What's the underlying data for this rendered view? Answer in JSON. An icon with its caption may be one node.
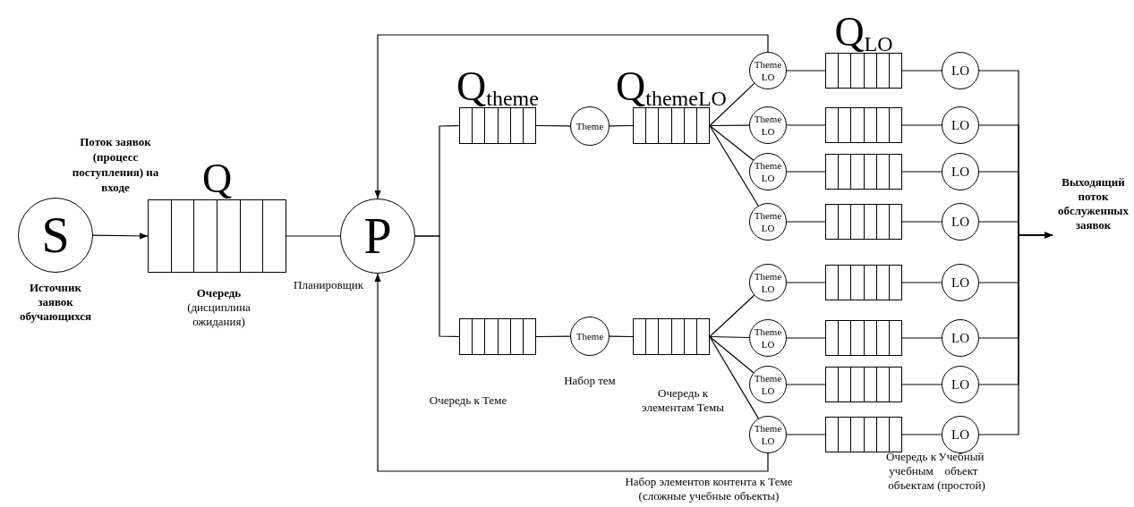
{
  "diagram": {
    "nodes": [
      {
        "text": [
          "S"
        ],
        "beside": [
          "Источник заявок обучающихся"
        ]
      },
      {
        "text": [
          "Q"
        ],
        "beside": [
          "**Очередь** (дисциплина ожидания)"
        ]
      },
      {
        "text": [
          "P"
        ],
        "beside": [
          "Планировщик"
        ]
      },
      {
        "text": [
          "Q$_{theme}$"
        ]
      },
      {
        "text": [
          "Theme"
        ]
      },
      {
        "text": [
          "Q$_{themeLO}$"
        ]
      },
      {
        "text": [
          "Theme LO"
        ]
      },
      {
        "text": [
          "Theme LO"
        ]
      },
      {
        "text": [
          "Theme LO"
        ]
      },
      {
        "text": [
          "Theme LO"
        ]
      },
      {
        "text": [
          "Q$_{LO}$"
        ]
      },
      {
        "text": [],
        "shape": "box"
      },
      {
        "text": [],
        "shape": "box"
      },
      {
        "text": [],
        "shape": "box"
      },
      {
        "text": [
          "LO"
        ]
      },
      {
        "text": [
          "LO"
        ]
      },
      {
        "text": [
          "LO"
        ]
      },
      {
        "text": [
          "LO"
        ]
      },
      {
        "text": [],
        "shape": "box",
        "beside": [
          "Очередь к Теме"
        ]
      },
      {
        "text": [
          "Theme"
        ],
        "beside": [
          "Набор тем"
        ]
      },
      {
        "text": [],
        "shape": "box"
      },
      {
        "text": [
          "Theme LO"
        ]
      },
      {
        "text": [
          "Theme LO"
        ]
      },
      {
        "text": [
          "Theme LO"
        ]
      },
      {
        "text": [
          "Theme LO"
        ],
        "beside": [
          "Набор элементов контента к Теме (сложные учебные объекты)"
        ]
      },
      {
        "text": [],
        "shape": "box"
      },
      {
        "text": [],
        "shape": "box"
      },
      {
        "text": [],
        "shape": "box"
      },
      {
        "text": [],
        "shape": "box",
        "beside": [
          "Очередь к учебным объектам"
        ]
      },
      {
        "text": [
          "LO"
        ]
      },
      {
        "text": [
          "LO"
        ]
      },
      {
        "text": [
          "LO"
        ]
      },
      {
        "text": [
          "LO"
        ],
        "beside": [
          "Учебный объект (простой)"
        ]
      },
      {
        "text": [
          "Выходящий поток обслуженных заявок"
        ]
      }
    ],
    "edges": [
      {
        "from": 0,
        "to": 1,
        "arrow": "to",
        "label": "Поток заявок (процесс поступления) на входе"
      },
      {
        "from": 1,
        "to": 2,
        "arrow": "none"
      },
      {
        "from": 2,
        "to": 3,
        "arrow": "none"
      },
      {
        "from": 2,
        "to": 18,
        "arrow": "none"
      },
      {
        "from": 3,
        "to": 4,
        "arrow": "none"
      },
      {
        "from": 4,
        "to": 5,
        "arrow": "none"
      },
      {
        "from": 5,
        "to": 6,
        "arrow": "none"
      },
      {
        "from": 5,
        "to": 7,
        "arrow": "none"
      },
      {
        "from": 5,
        "to": 8,
        "arrow": "none"
      },
      {
        "from": 5,
        "to": 9,
        "arrow": "none"
      },
      {
        "from": 6,
        "to": 10,
        "arrow": "none"
      },
      {
        "from": 7,
        "to": 11,
        "arrow": "none"
      },
      {
        "from": 8,
        "to": 12,
        "arrow": "none"
      },
      {
        "from": 9,
        "to": 13,
        "arrow": "none"
      },
      {
        "from": 10,
        "to": 14,
        "arrow": "none"
      },
      {
        "from": 11,
        "to": 15,
        "arrow": "none"
      },
      {
        "from": 12,
        "to": 16,
        "arrow": "none"
      },
      {
        "from": 13,
        "to": 17,
        "arrow": "none"
      },
      {
        "from": 18,
        "to": 19,
        "arrow": "none"
      },
      {
        "from": 19,
        "to": 20,
        "arrow": "none"
      },
      {
        "from": 20,
        "to": 21,
        "arrow": "none"
      },
      {
        "from": 20,
        "to": 22,
        "arrow": "none"
      },
      {
        "from": 20,
        "to": 23,
        "arrow": "none"
      },
      {
        "from": 20,
        "to": 24,
        "arrow": "none"
      },
      {
        "from": 21,
        "to": 25,
        "arrow": "none"
      },
      {
        "from": 22,
        "to": 26,
        "arrow": "none"
      },
      {
        "from": 23,
        "to": 27,
        "arrow": "none"
      },
      {
        "from": 24,
        "to": 28,
        "arrow": "none"
      },
      {
        "from": 25,
        "to": 29,
        "arrow": "none"
      },
      {
        "from": 26,
        "to": 30,
        "arrow": "none"
      },
      {
        "from": 27,
        "to": 31,
        "arrow": "none"
      },
      {
        "from": 28,
        "to": 32,
        "arrow": "none"
      },
      {
        "from": 6,
        "to": 2,
        "arrow": "to"
      },
      {
        "from": 24,
        "to": 2,
        "arrow": "to"
      },
      {
        "from": 14,
        "to": 33,
        "arrow": "to"
      },
      {
        "from": 15,
        "to": 33,
        "arrow": "to"
      },
      {
        "from": 16,
        "to": 33,
        "arrow": "to"
      },
      {
        "from": 17,
        "to": 33,
        "arrow": "to"
      },
      {
        "from": 29,
        "to": 33,
        "arrow": "to"
      },
      {
        "from": 30,
        "to": 33,
        "arrow": "to"
      },
      {
        "from": 31,
        "to": 33,
        "arrow": "to"
      },
      {
        "from": 32,
        "to": 33,
        "arrow": "to"
      }
    ],
    "labels": [
      "Очередь к элементам Темы"
    ]
  }
}
